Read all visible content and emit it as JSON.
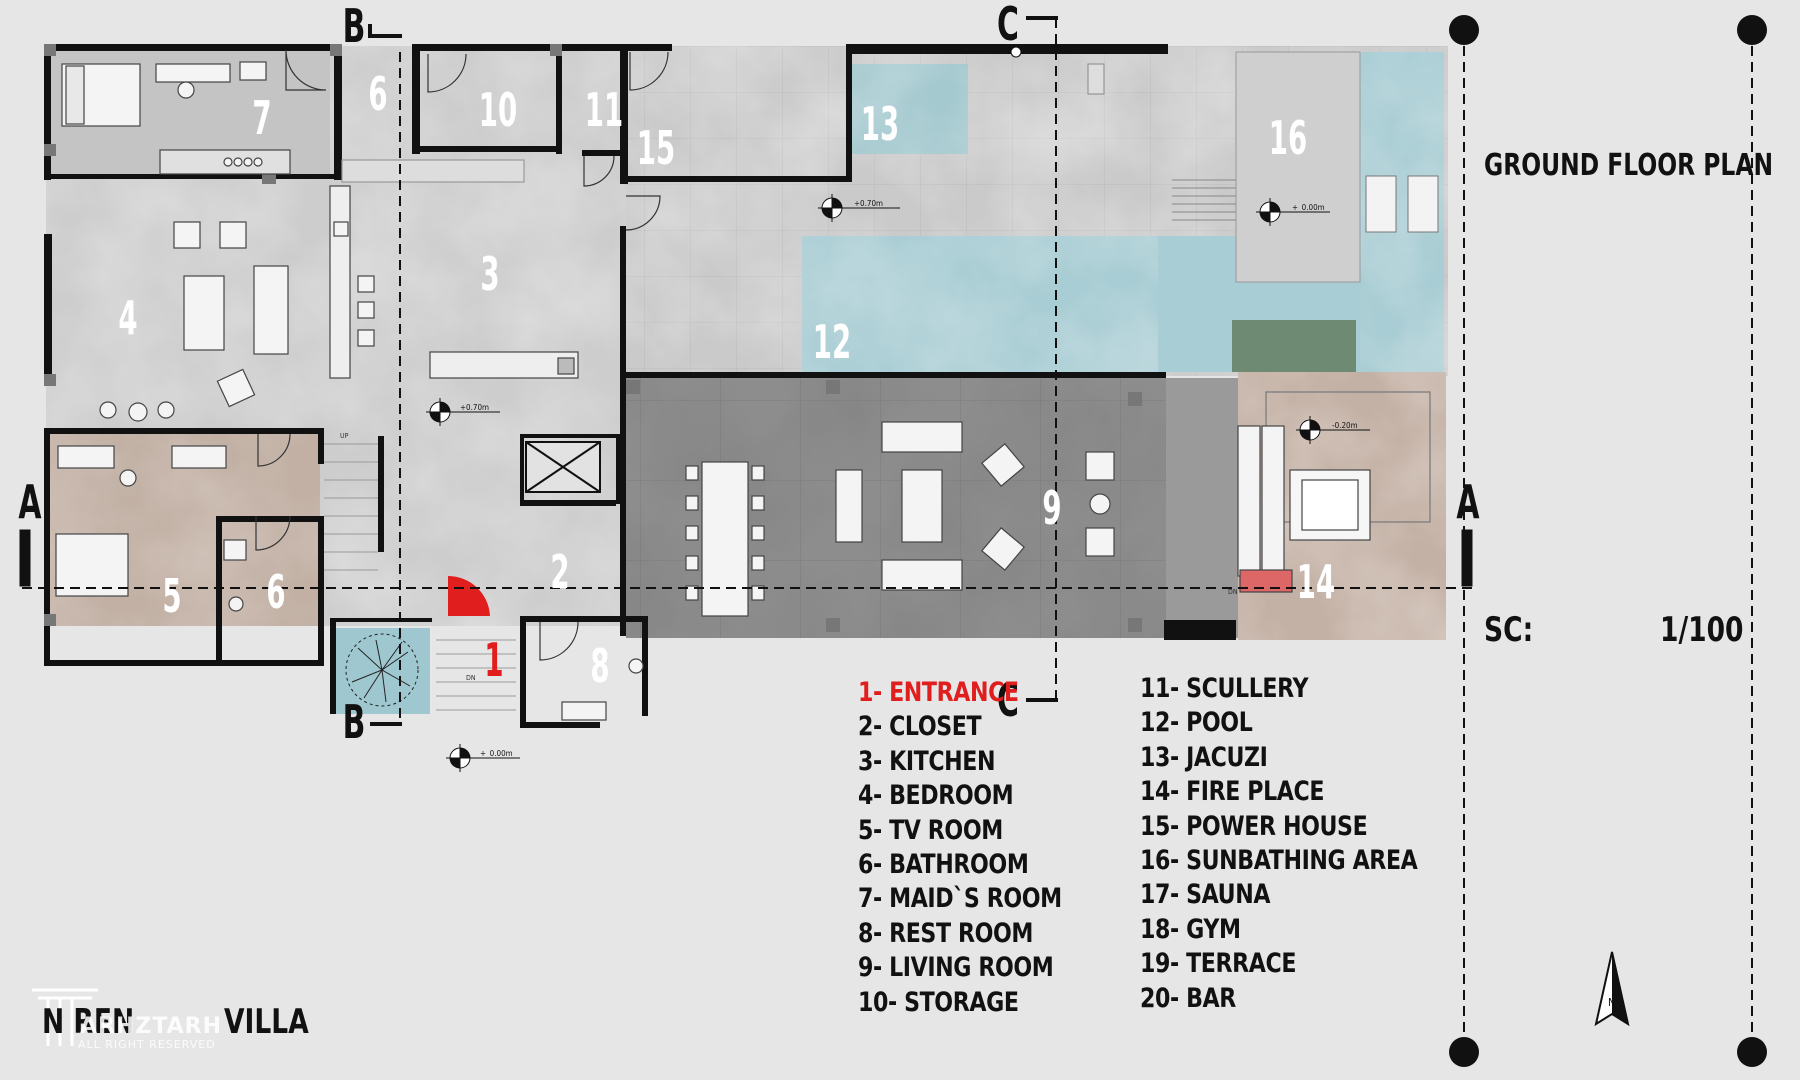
{
  "drawing": {
    "title": "GROUND FLOOR PLAN",
    "scale_label": "SC:",
    "scale_value": "1/100",
    "project_name_left": "N  REN",
    "project_name_right": "VILLA",
    "watermark_main": "ARHZTARH",
    "watermark_sub": "ALL RIGHT RESERVED",
    "north_letter": "N"
  },
  "rooms": {
    "r1": "1",
    "r2": "2",
    "r3": "3",
    "r4": "4",
    "r5": "5",
    "r6a": "6",
    "r6b": "6",
    "r7": "7",
    "r8": "8",
    "r9": "9",
    "r10": "10",
    "r11": "11",
    "r12": "12",
    "r13": "13",
    "r14": "14",
    "r15": "15",
    "r16": "16"
  },
  "sections": {
    "a_left": "A",
    "a_right": "A",
    "b_top": "B",
    "b_bottom": "B",
    "c_top": "C",
    "c_bottom": "C"
  },
  "levels": {
    "l1": "+0.70m",
    "l2": "+_0.00m",
    "l3": "+0.70m",
    "l4": "-0.20m",
    "l5": "+_0.00m"
  },
  "stair_labels": {
    "up": "UP",
    "dn1": "DN",
    "dn2": "DN"
  },
  "legend_left": [
    "1- ENTRANCE",
    "2- CLOSET",
    "3- KITCHEN",
    "4- BEDROOM",
    "5- TV ROOM",
    "6- BATHROOM",
    "7- MAID`S ROOM",
    "8- REST ROOM",
    "9- LIVING ROOM",
    "10- STORAGE"
  ],
  "legend_right": [
    "11- SCULLERY",
    "12- POOL",
    "13- JACUZI",
    "14- FIRE PLACE",
    "15- POWER HOUSE",
    "16- SUNBATHING AREA",
    "17- SAUNA",
    "18- GYM",
    "19- TERRACE",
    "20- BAR"
  ],
  "colors": {
    "background": "#e6e6e6",
    "wall": "#111111",
    "floor_light": "#c9c9c9",
    "floor_dark": "#8a8a8a",
    "floor_warm": "#c4b1a5",
    "water": "#a9cdd4",
    "entrance_red": "#e01e1e"
  }
}
